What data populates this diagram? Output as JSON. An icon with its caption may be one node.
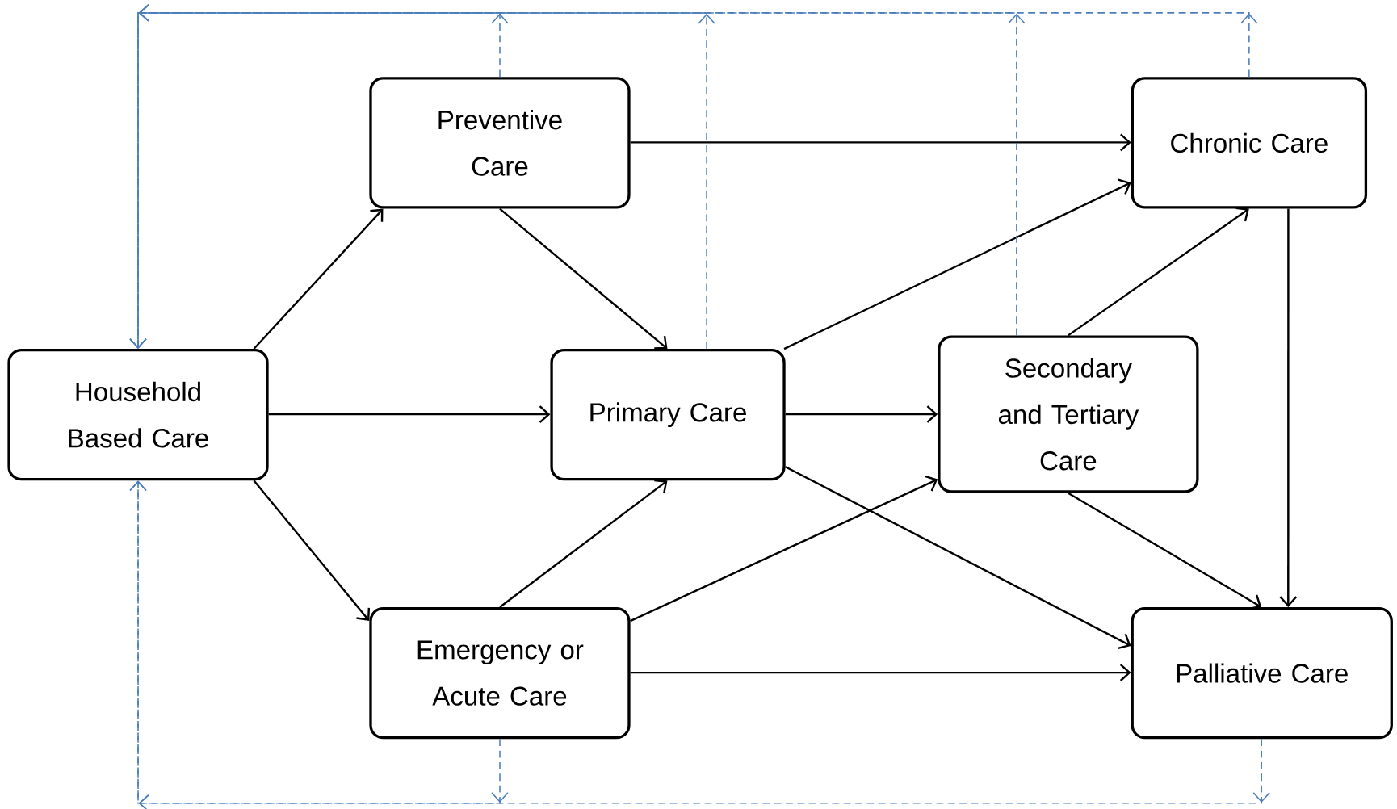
{
  "diagram": {
    "nodes": [
      {
        "text": [
          "Preventive Care"
        ]
      },
      {
        "text": [
          "Chronic Care"
        ]
      },
      {
        "text": [
          "Household Based Care"
        ]
      },
      {
        "text": [
          "Primary Care"
        ]
      },
      {
        "text": [
          "Secondary and Tertiary Care"
        ]
      },
      {
        "text": [
          "Emergency or Acute Care"
        ]
      },
      {
        "text": [
          "Palliative Care"
        ]
      }
    ],
    "edges": [
      {
        "from": 2,
        "to": 0,
        "arrow": "to"
      },
      {
        "from": 2,
        "to": 3,
        "arrow": "to"
      },
      {
        "from": 2,
        "to": 5,
        "arrow": "to"
      },
      {
        "from": 0,
        "to": 1,
        "arrow": "to"
      },
      {
        "from": 0,
        "to": 3,
        "arrow": "to"
      },
      {
        "from": 3,
        "to": 1,
        "arrow": "to"
      },
      {
        "from": 3,
        "to": 4,
        "arrow": "to"
      },
      {
        "from": 3,
        "to": 6,
        "arrow": "to"
      },
      {
        "from": 4,
        "to": 1,
        "arrow": "to"
      },
      {
        "from": 4,
        "to": 6,
        "arrow": "to"
      },
      {
        "from": 5,
        "to": 3,
        "arrow": "to"
      },
      {
        "from": 5,
        "to": 4,
        "arrow": "to"
      },
      {
        "from": 5,
        "to": 6,
        "arrow": "to"
      },
      {
        "from": 1,
        "to": 6,
        "arrow": "to"
      },
      {
        "from": 0,
        "to": 2,
        "arrow": "to",
        "style": "dashed",
        "color": "#4a7ebb"
      },
      {
        "from": 3,
        "to": 2,
        "arrow": "to",
        "style": "dashed",
        "color": "#4a7ebb"
      },
      {
        "from": 4,
        "to": 2,
        "arrow": "to",
        "style": "dashed",
        "color": "#4a7ebb"
      },
      {
        "from": 1,
        "to": 2,
        "arrow": "to",
        "style": "dashed",
        "color": "#4a7ebb"
      },
      {
        "from": 5,
        "to": 2,
        "arrow": "to",
        "style": "dashed",
        "color": "#4a7ebb"
      },
      {
        "from": 6,
        "to": 2,
        "arrow": "to",
        "style": "dashed",
        "color": "#4a7ebb"
      }
    ]
  }
}
